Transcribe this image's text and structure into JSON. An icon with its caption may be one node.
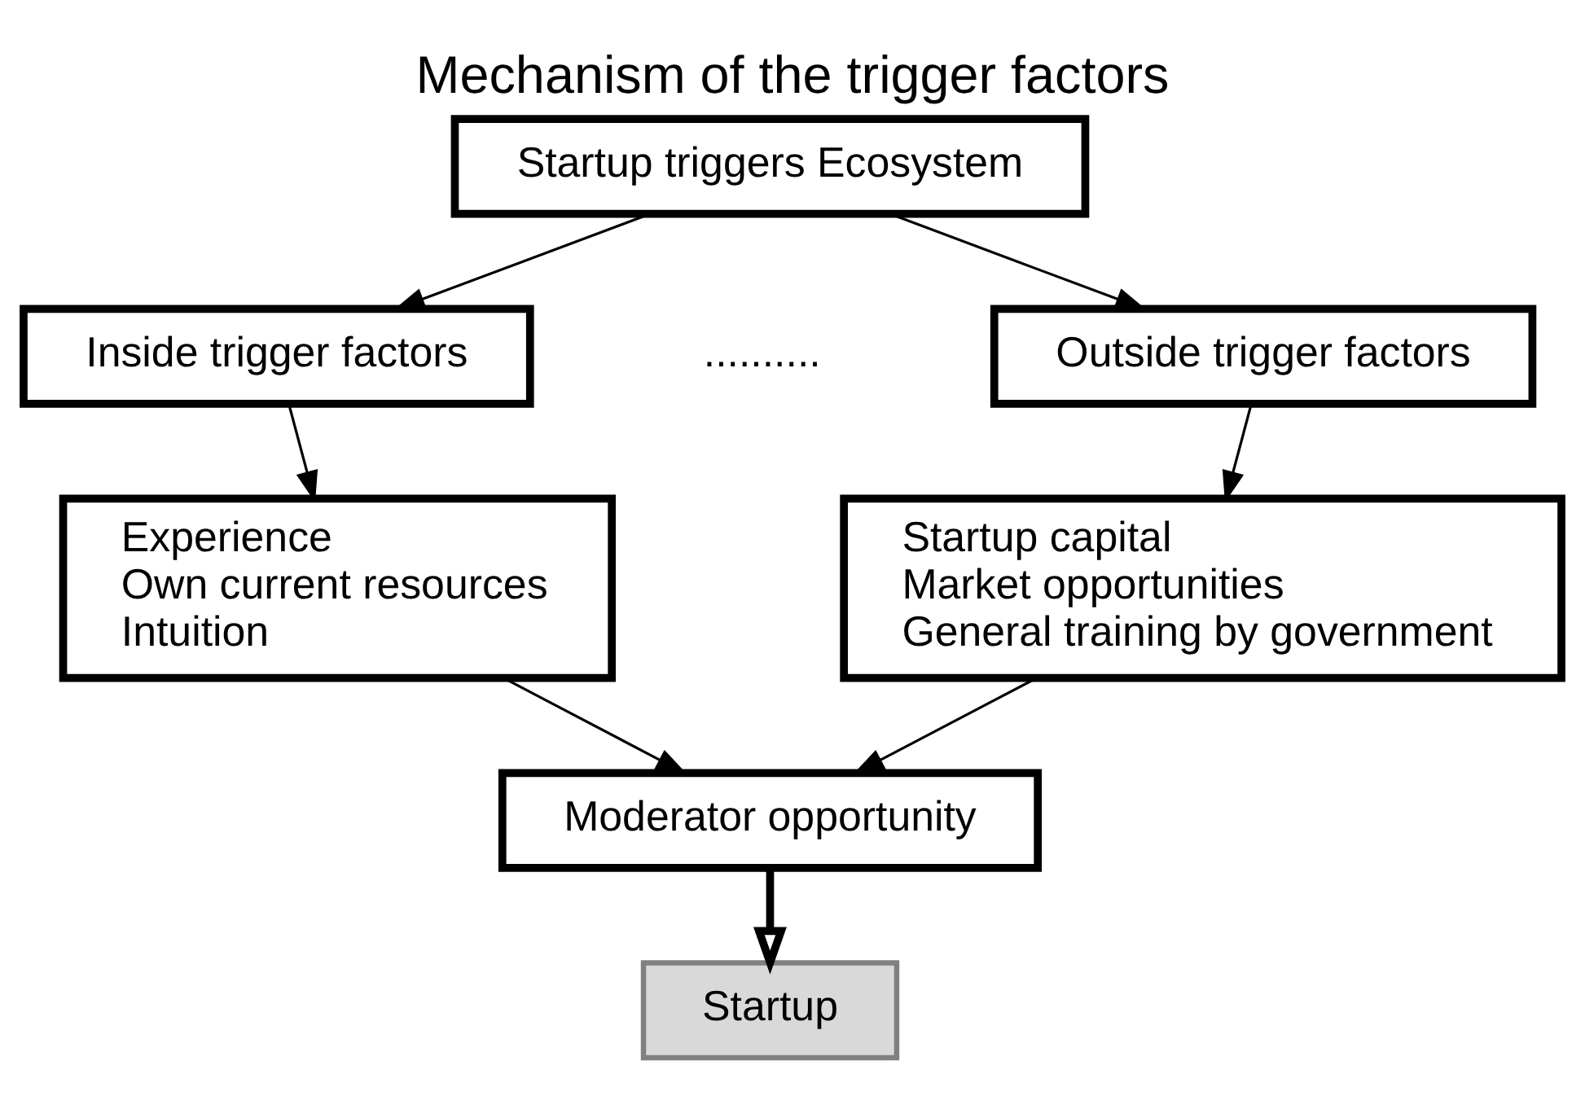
{
  "diagram": {
    "title": "Mechanism of the trigger factors",
    "nodes": [
      {
        "text": [
          "Startup triggers Ecosystem"
        ]
      },
      {
        "text": [
          "Inside trigger factors"
        ]
      },
      {
        "text": [
          "Outside trigger factors"
        ]
      },
      {
        "text": [
          "Experience",
          "Own current resources",
          "Intuition"
        ]
      },
      {
        "text": [
          "Startup capital",
          "Market opportunities",
          "General training by government"
        ]
      },
      {
        "text": [
          "Moderator opportunity"
        ]
      },
      {
        "text": [
          "Startup"
        ]
      }
    ],
    "edges": [
      {
        "from": 0,
        "to": 1,
        "arrow": "to"
      },
      {
        "from": 0,
        "to": 2,
        "arrow": "to"
      },
      {
        "from": 1,
        "to": 3,
        "arrow": "to"
      },
      {
        "from": 2,
        "to": 4,
        "arrow": "to"
      },
      {
        "from": 3,
        "to": 5,
        "arrow": "to"
      },
      {
        "from": 4,
        "to": 5,
        "arrow": "to"
      },
      {
        "from": 5,
        "to": 6,
        "arrow": "to",
        "style": "thick"
      }
    ],
    "labels": [
      ".........."
    ]
  }
}
